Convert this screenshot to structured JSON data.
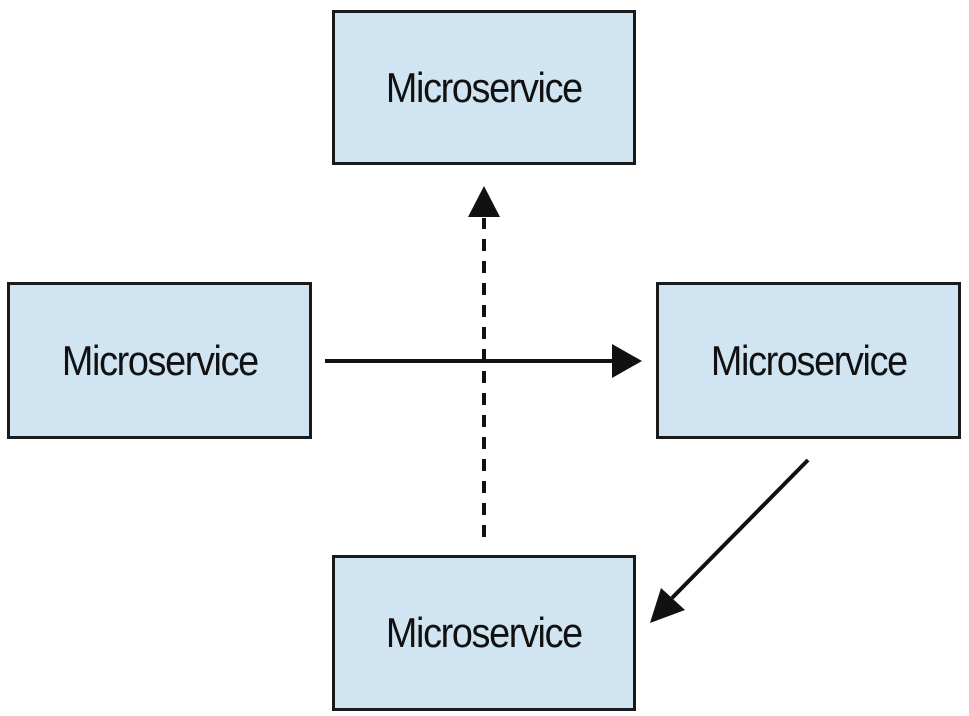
{
  "diagram": {
    "nodes": [
      {
        "id": "top",
        "label": "Microservice"
      },
      {
        "id": "left",
        "label": "Microservice"
      },
      {
        "id": "right",
        "label": "Microservice"
      },
      {
        "id": "bottom",
        "label": "Microservice"
      }
    ],
    "edges": [
      {
        "from": "left",
        "to": "right",
        "style": "solid"
      },
      {
        "from": "right",
        "to": "bottom",
        "style": "solid"
      },
      {
        "from": "bottom",
        "to": "top",
        "style": "dashed"
      }
    ],
    "colors": {
      "box_fill": "#d0e4f1",
      "box_border": "#1a1a1a",
      "arrow": "#111111"
    }
  }
}
